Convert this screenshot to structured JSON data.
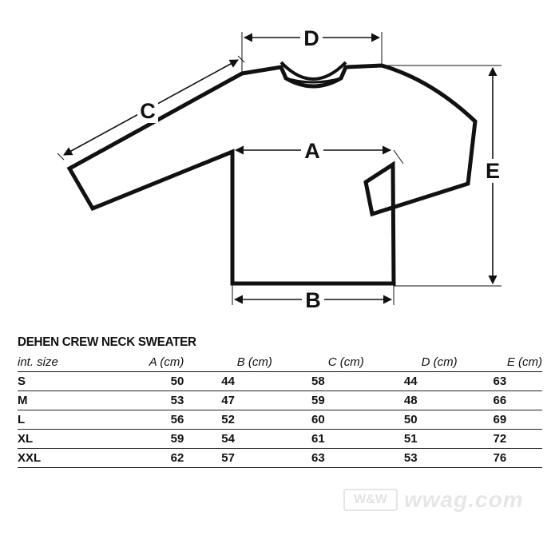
{
  "diagram": {
    "labels": {
      "a": "A",
      "b": "B",
      "c": "C",
      "d": "D",
      "e": "E"
    }
  },
  "table": {
    "title": "DEHEN CREW NECK SWEATER",
    "headers": [
      "int. size",
      "A (cm)",
      "B (cm)",
      "C (cm)",
      "D (cm)",
      "E (cm)"
    ],
    "rows": [
      [
        "S",
        "50",
        "44",
        "58",
        "44",
        "63"
      ],
      [
        "M",
        "53",
        "47",
        "59",
        "48",
        "66"
      ],
      [
        "L",
        "56",
        "52",
        "60",
        "50",
        "69"
      ],
      [
        "XL",
        "59",
        "54",
        "61",
        "51",
        "72"
      ],
      [
        "XXL",
        "62",
        "57",
        "63",
        "53",
        "76"
      ]
    ]
  },
  "watermark": {
    "logo": "W&W",
    "text": "wwag.com"
  },
  "colors": {
    "ink": "#111111",
    "background": "#ffffff"
  }
}
